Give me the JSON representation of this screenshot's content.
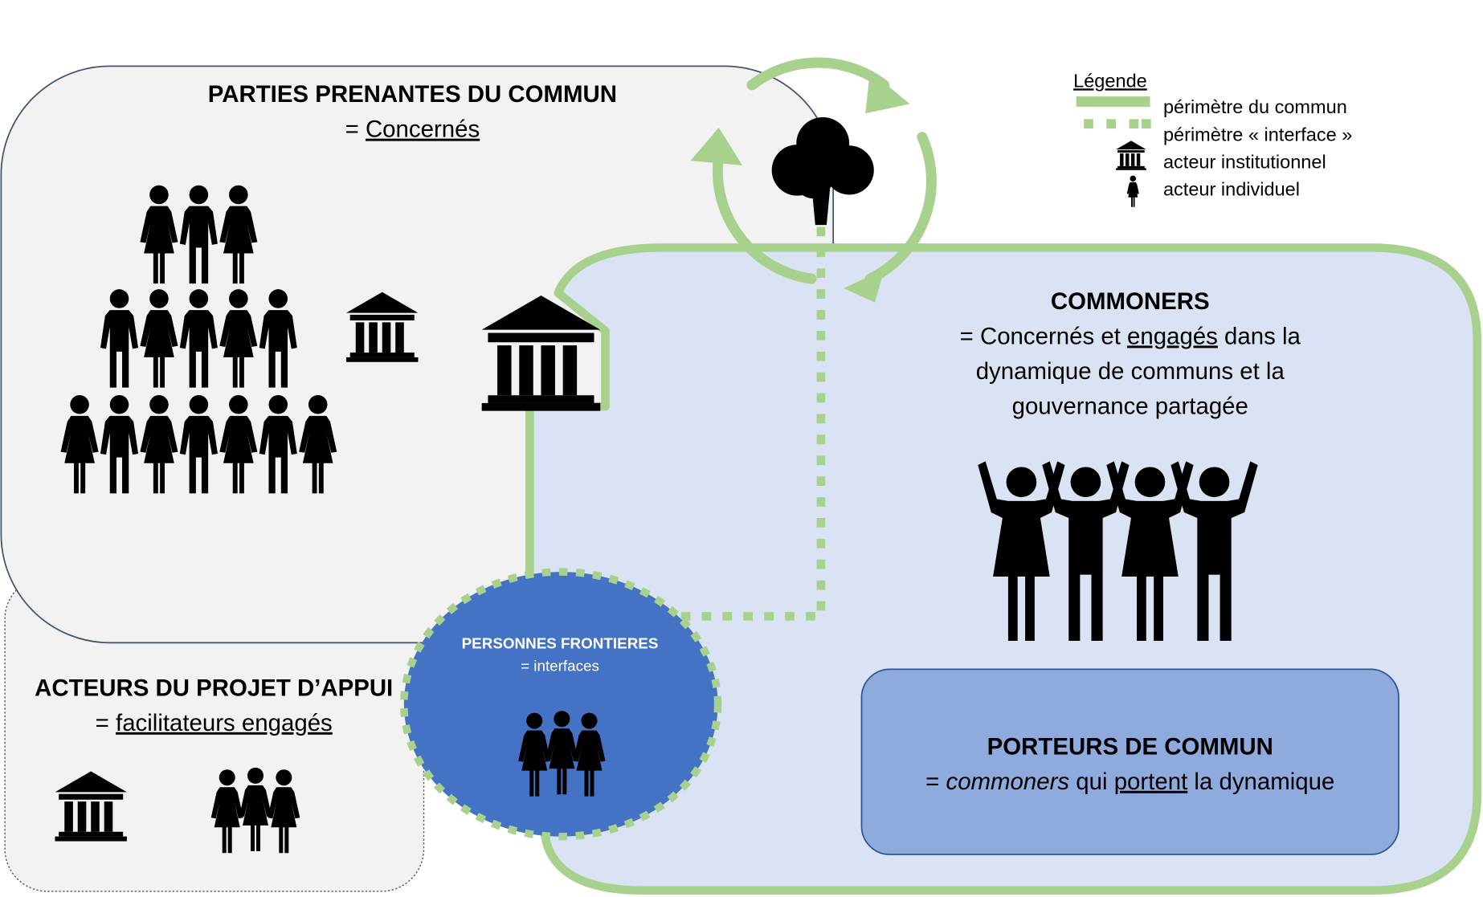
{
  "colors": {
    "green": "#A9D18E",
    "light_gray": "#F2F2F2",
    "light_blue": "#DAE3F3",
    "mid_blue": "#8FAADC",
    "dark_blue": "#4472C4",
    "border_navy": "#44546A",
    "border_blue": "#2F5597"
  },
  "legend": {
    "title": "Légende",
    "items": [
      {
        "icon": "solid-line-icon",
        "label": "périmètre du commun"
      },
      {
        "icon": "dotted-line-icon",
        "label": "périmètre « interface »"
      },
      {
        "icon": "institution-icon",
        "label": "acteur institutionnel"
      },
      {
        "icon": "person-icon",
        "label": "acteur individuel"
      }
    ]
  },
  "parties_prenantes": {
    "title": "PARTIES PRENANTES DU COMMUN",
    "eq": "= ",
    "subtitle": "Concernés"
  },
  "commoners": {
    "title": "COMMONERS",
    "line1_a": "= Concernés et ",
    "line1_u": "engagés",
    "line1_b": " dans la",
    "line2": "dynamique de communs et la",
    "line3": "gouvernance partagée"
  },
  "porteurs": {
    "title": "PORTEURS DE COMMUN",
    "eq": "= ",
    "italic": "commoners",
    "mid": " qui ",
    "underlined": "portent",
    "end": " la dynamique"
  },
  "acteurs_projet": {
    "title": "ACTEURS DU PROJET D’APPUI",
    "eq": "= ",
    "subtitle": "facilitateurs engagés"
  },
  "personnes_frontieres": {
    "title": "PERSONNES FRONTIERES",
    "subtitle": "= interfaces"
  },
  "center_icon": "tree-icon"
}
